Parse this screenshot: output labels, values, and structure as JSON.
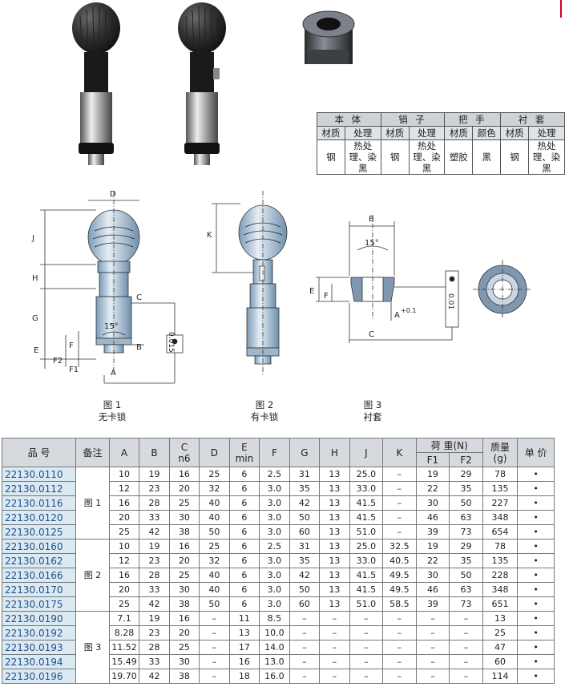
{
  "material_table": {
    "groups": [
      "本 体",
      "销 子",
      "把 手",
      "衬 套"
    ],
    "subheads": [
      "材质",
      "处理",
      "材质",
      "处理",
      "材质",
      "颜色",
      "材质",
      "处理"
    ],
    "values": [
      "钢",
      "热处理、染黑",
      "钢",
      "热处理、染黑",
      "塑胶",
      "黑",
      "钢",
      "热处理、染黑"
    ]
  },
  "drawings": {
    "fig1_labels": [
      "D",
      "J",
      "H",
      "G",
      "C",
      "15°",
      "0.015",
      "E",
      "F",
      "F2",
      "F1",
      "B",
      "A"
    ],
    "fig2_labels": [
      "K"
    ],
    "fig3_labels": [
      "B",
      "15°",
      "E",
      "F",
      "A",
      "+0.1",
      "C",
      "0.01"
    ]
  },
  "captions": [
    {
      "num": "图 1",
      "text": "无卡锁"
    },
    {
      "num": "图 2",
      "text": "有卡锁"
    },
    {
      "num": "图 3",
      "text": "衬套"
    }
  ],
  "spec_table": {
    "headers": {
      "part_no": "品 号",
      "note": "备注",
      "A": "A",
      "B": "B",
      "C": "C",
      "C_sub": "n6",
      "D": "D",
      "E": "E",
      "E_sub": "min",
      "F": "F",
      "G": "G",
      "H": "H",
      "J": "J",
      "K": "K",
      "load": "荷 重(N)",
      "F1": "F1",
      "F2": "F2",
      "mass": "质量",
      "mass_unit": "(g)",
      "price": "单 价"
    },
    "groups": [
      {
        "note": "图 1",
        "rows": [
          [
            "22130.0110",
            "10",
            "19",
            "16",
            "25",
            "6",
            "2.5",
            "31",
            "13",
            "25.0",
            "–",
            "19",
            "29",
            "78",
            "•"
          ],
          [
            "22130.0112",
            "12",
            "23",
            "20",
            "32",
            "6",
            "3.0",
            "35",
            "13",
            "33.0",
            "–",
            "22",
            "35",
            "135",
            "•"
          ],
          [
            "22130.0116",
            "16",
            "28",
            "25",
            "40",
            "6",
            "3.0",
            "42",
            "13",
            "41.5",
            "–",
            "30",
            "50",
            "227",
            "•"
          ],
          [
            "22130.0120",
            "20",
            "33",
            "30",
            "40",
            "6",
            "3.0",
            "50",
            "13",
            "41.5",
            "–",
            "46",
            "63",
            "348",
            "•"
          ],
          [
            "22130.0125",
            "25",
            "42",
            "38",
            "50",
            "6",
            "3.0",
            "60",
            "13",
            "51.0",
            "–",
            "39",
            "73",
            "654",
            "•"
          ]
        ]
      },
      {
        "note": "图 2",
        "rows": [
          [
            "22130.0160",
            "10",
            "19",
            "16",
            "25",
            "6",
            "2.5",
            "31",
            "13",
            "25.0",
            "32.5",
            "19",
            "29",
            "78",
            "•"
          ],
          [
            "22130.0162",
            "12",
            "23",
            "20",
            "32",
            "6",
            "3.0",
            "35",
            "13",
            "33.0",
            "40.5",
            "22",
            "35",
            "135",
            "•"
          ],
          [
            "22130.0166",
            "16",
            "28",
            "25",
            "40",
            "6",
            "3.0",
            "42",
            "13",
            "41.5",
            "49.5",
            "30",
            "50",
            "228",
            "•"
          ],
          [
            "22130.0170",
            "20",
            "33",
            "30",
            "40",
            "6",
            "3.0",
            "50",
            "13",
            "41.5",
            "49.5",
            "46",
            "63",
            "348",
            "•"
          ],
          [
            "22130.0175",
            "25",
            "42",
            "38",
            "50",
            "6",
            "3.0",
            "60",
            "13",
            "51.0",
            "58.5",
            "39",
            "73",
            "651",
            "•"
          ]
        ]
      },
      {
        "note": "图 3",
        "rows": [
          [
            "22130.0190",
            "7.1",
            "19",
            "16",
            "–",
            "11",
            "8.5",
            "–",
            "–",
            "–",
            "–",
            "–",
            "–",
            "13",
            "•"
          ],
          [
            "22130.0192",
            "8.28",
            "23",
            "20",
            "–",
            "13",
            "10.0",
            "–",
            "–",
            "–",
            "–",
            "–",
            "–",
            "25",
            "•"
          ],
          [
            "22130.0193",
            "11.52",
            "28",
            "25",
            "–",
            "17",
            "14.0",
            "–",
            "–",
            "–",
            "–",
            "–",
            "–",
            "47",
            "•"
          ],
          [
            "22130.0194",
            "15.49",
            "33",
            "30",
            "–",
            "16",
            "13.0",
            "–",
            "–",
            "–",
            "–",
            "–",
            "–",
            "60",
            "•"
          ],
          [
            "22130.0196",
            "19.70",
            "42",
            "38",
            "–",
            "18",
            "16.0",
            "–",
            "–",
            "–",
            "–",
            "–",
            "–",
            "114",
            "•"
          ]
        ]
      }
    ]
  }
}
